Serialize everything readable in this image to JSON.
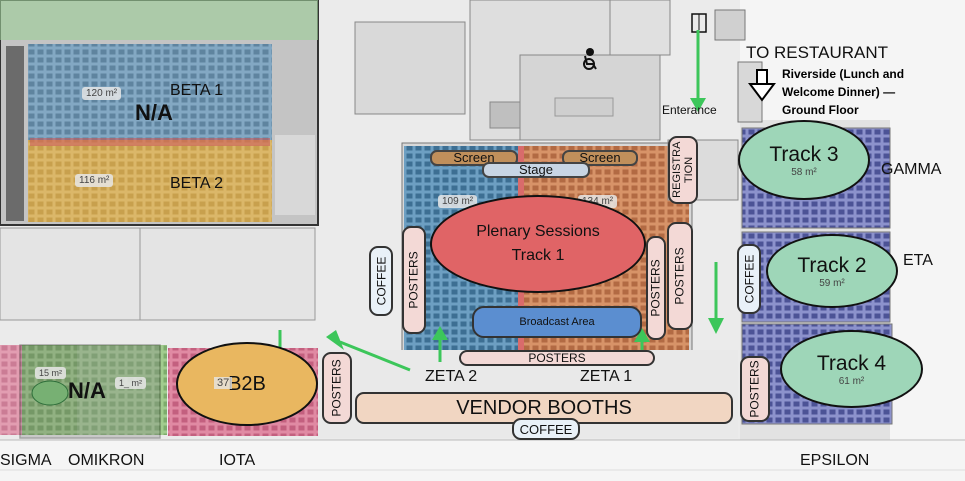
{
  "top_labels": {
    "restaurant": "TO RESTAURANT",
    "riverside_note": "Riverside (Lunch and Welcome Dinner) — Ground Floor",
    "entrance": "Enterance"
  },
  "upper_left": {
    "na_label": "N/A",
    "beta1": {
      "name": "BETA 1",
      "area": "120 m²"
    },
    "beta2": {
      "name": "BETA 2",
      "area": "116 m²"
    }
  },
  "plenary": {
    "screen_left": "Screen",
    "screen_right": "Screen",
    "stage": "Stage",
    "area_left": "109 m²",
    "area_right": "134 m²",
    "oval_label": "Plenary Sessions Track 1",
    "broadcast": "Broadcast Area",
    "posters_bottom": "POSTERS",
    "posters_right": "POSTERS"
  },
  "registration": "REGISTRA TION",
  "left_side": {
    "coffee": "COFFEE",
    "posters": "POSTERS"
  },
  "right_side": {
    "posters": "POSTERS",
    "coffee": "COFFEE"
  },
  "tracks": {
    "track3": {
      "name": "Track 3",
      "area": "58 m²"
    },
    "track2": {
      "name": "Track 2",
      "area": "59 m²"
    },
    "track4": {
      "name": "Track 4",
      "area": "61 m²"
    }
  },
  "room_labels": {
    "gamma": "GAMMA",
    "eta": "ETA",
    "zeta2": "ZETA 2",
    "zeta1": "ZETA 1",
    "sigma": "SIGMA",
    "omikron": "OMIKRON",
    "iota": "IOTA",
    "epsilon": "EPSILON"
  },
  "bottom_left": {
    "na_label": "N/A",
    "sigma_area": "15 m²",
    "omikron_area": "1_ m²",
    "b2b": "B2B",
    "iota_area": "37"
  },
  "vendor": {
    "booths": "VENDOR BOOTHS",
    "coffee": "COFFEE",
    "posters_left": "POSTERS",
    "posters_right": "POSTERS"
  },
  "colors": {
    "arrow": "#3cc65a",
    "oval_track": "#9ed6b8",
    "oval_plenary": "#e06466",
    "oval_b2b": "#e9b760",
    "zone_blue": "#6f9fc0",
    "zone_orange": "#d58f63",
    "zone_purple": "#8b90c8"
  }
}
